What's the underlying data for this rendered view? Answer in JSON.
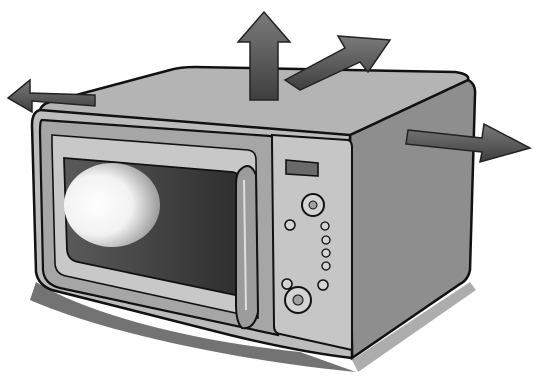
{
  "illustration": {
    "subject": "microwave-oven",
    "view": "three-quarter",
    "arrow_directions": [
      "up",
      "back",
      "left",
      "right"
    ],
    "colors": {
      "outline": "#111111",
      "body_top": "#b4b4b4",
      "body_front": "#bcbcbc",
      "body_side": "#8e8e8e",
      "door_frame": "#a6a6a6",
      "window_glass": "#3a3a3a",
      "window_glow": "#f2f2f2",
      "control_panel": "#c6c6c6",
      "display": "#6a6a6a",
      "knob": "#d4d4d4",
      "arrow_fill": "#6c6c6c",
      "arrow_shade": "#3f3f3f",
      "floor_shadow": "#5a5a5a"
    }
  }
}
